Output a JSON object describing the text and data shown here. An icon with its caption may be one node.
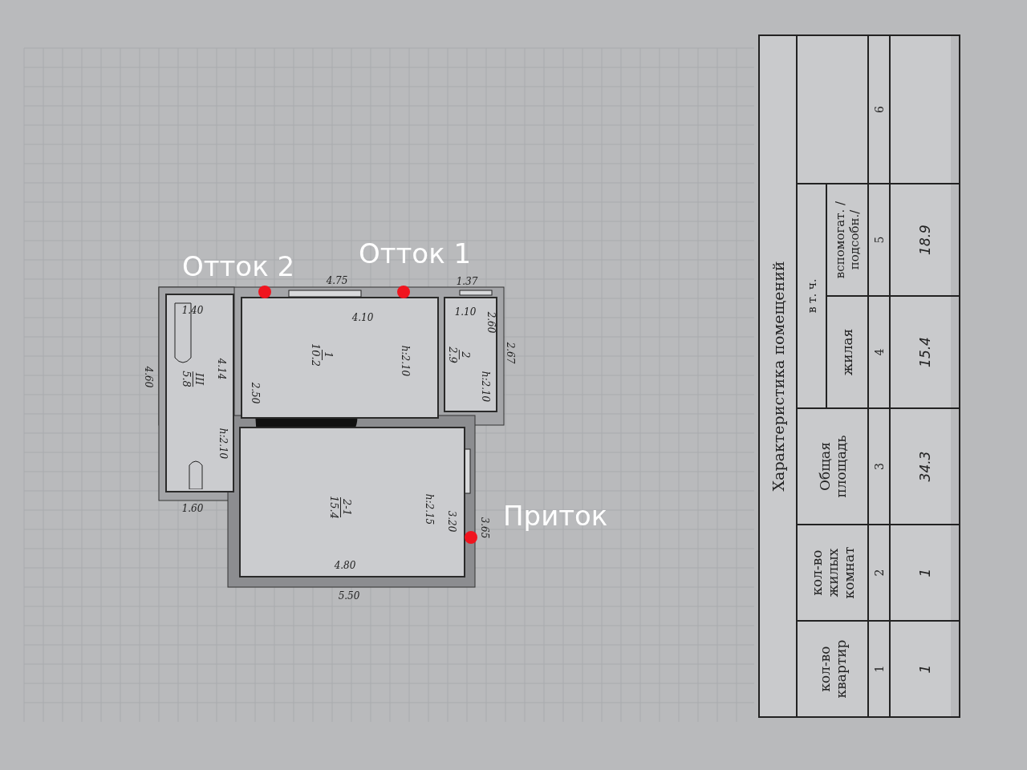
{
  "diagram": {
    "nodes": [
      {
        "text": [
          "III",
          "5.8"
        ]
      },
      {
        "text": [
          "1",
          "10.2"
        ]
      },
      {
        "text": [
          "2",
          "2.9"
        ]
      },
      {
        "text": [
          "2-1",
          "15.4"
        ]
      },
      {
        "text": [],
        "shape": "circle",
        "beside": [
          "Отток 2"
        ]
      },
      {
        "text": [],
        "shape": "circle",
        "beside": [
          "Отток 1"
        ]
      },
      {
        "text": [],
        "shape": "circle",
        "beside": [
          "Приток"
        ]
      }
    ],
    "labels": [
      "4.75",
      "1.37",
      "1.40",
      "4.10",
      "1.10",
      "2.60",
      "2.67",
      "4.60",
      "4.14",
      "2.50",
      "h:2.10",
      "h:2.10",
      "h:2.10",
      "1.60",
      "h:2.15",
      "3.20",
      "3.65",
      "4.80",
      "5.50",
      "Характеристика помещений",
      "кол-во квартир",
      "кол-во жилых комнат",
      "Общая площадь",
      "в т. ч.",
      "жилая",
      "вспомогат. /подсобн./",
      "1",
      "2",
      "3",
      "4",
      "5",
      "6",
      "1",
      "1",
      "34.3",
      "15.4",
      "18.9"
    ]
  }
}
